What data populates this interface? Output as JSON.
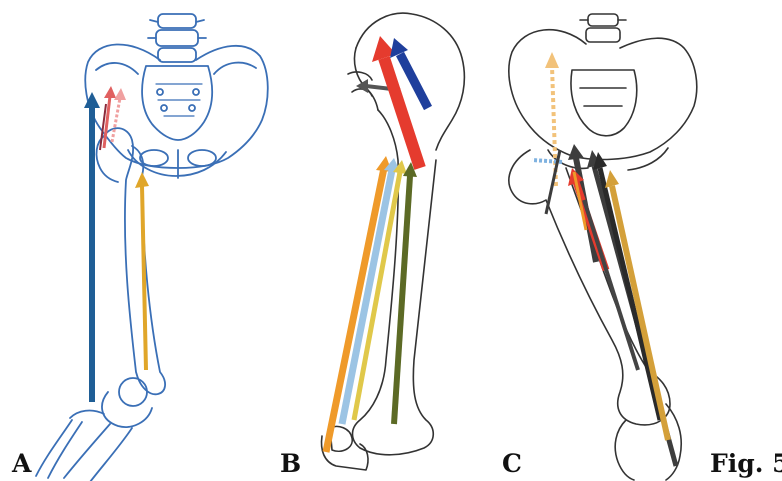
{
  "figure": {
    "caption": "Fig. 5",
    "panels": [
      {
        "id": "A",
        "label": "A"
      },
      {
        "id": "B",
        "label": "B"
      },
      {
        "id": "C",
        "label": "C"
      }
    ]
  },
  "colors": {
    "outline_blue": "#3a6fb6",
    "outline_black": "#333333",
    "arrow_dark_blue": "#1f5e96",
    "arrow_gold": "#e0a62a",
    "arrow_red": "#e53b2e",
    "arrow_light_blue": "#9cc4e4",
    "arrow_olive": "#5c6a25",
    "arrow_grey": "#3d3d3d",
    "arrow_orange": "#ef9a2a",
    "arrow_peach": "#f2b97a"
  }
}
